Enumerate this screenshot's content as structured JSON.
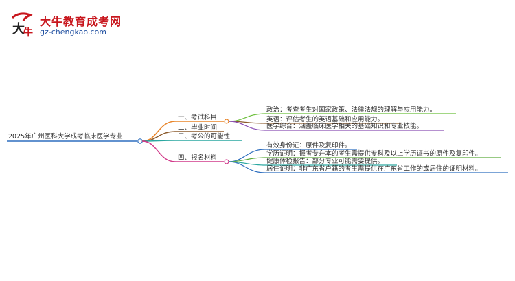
{
  "logo": {
    "name": "大牛教育成考网",
    "url": "gz-chengkao.com"
  },
  "root": "2025年广州医科大学成考临床医学专业",
  "branches": [
    {
      "label": "一、考试科目",
      "color": "#e8852a",
      "children": [
        {
          "text": "政治：考查考生对国家政策、法律法规的理解与应用能力。",
          "color": "#6bbf3a"
        },
        {
          "text": "英语：评估考生的英语基础和应用能力。",
          "color": "#8b5a2b"
        },
        {
          "text": "医学综合：涵盖临床医学相关的基础知识和专业技能。",
          "color": "#8a4fb5"
        }
      ]
    },
    {
      "label": "二、毕业时间",
      "color": "#8b5a2b",
      "children": []
    },
    {
      "label": "三、考公的可能性",
      "color": "#2aa7a0",
      "children": []
    },
    {
      "label": "四、报名材料",
      "color": "#d13a8a",
      "children": [
        {
          "text": "有效身份证：原件及复印件。",
          "color": "#2f6fbf"
        },
        {
          "text": "学历证明：报考专升本的考生需提供专科及以上学历证书的原件及复印件。",
          "color": "#5aaa3a"
        },
        {
          "text": "健康体检报告：部分专业可能需要提供。",
          "color": "#2aa7a0"
        },
        {
          "text": "居住证明：非广东省户籍的考生需提供在广东省工作的或居住的证明材料。",
          "color": "#2f6fbf"
        }
      ]
    }
  ]
}
